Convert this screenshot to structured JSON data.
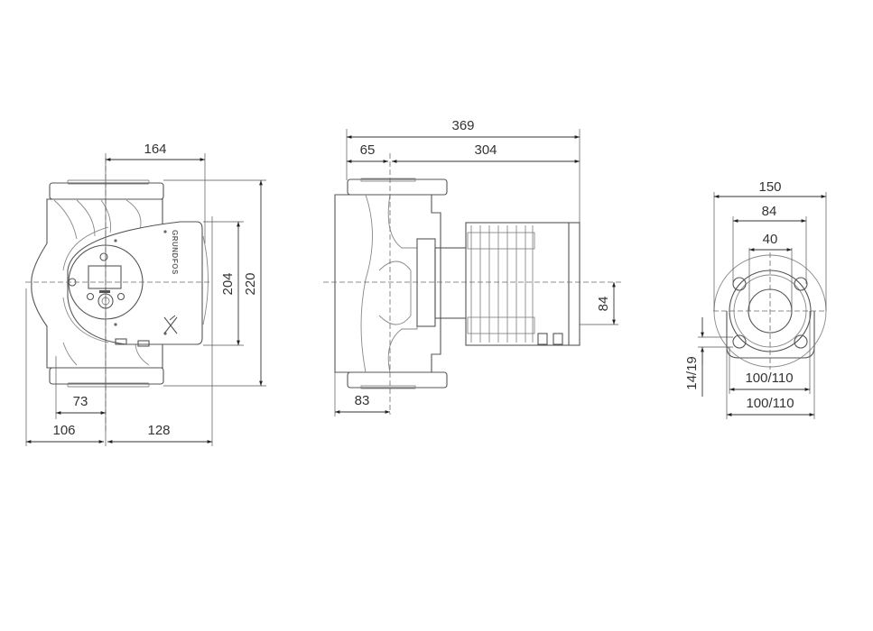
{
  "drawing": {
    "type": "pump dimensional drawing",
    "brand_label": "GRUNDFOS",
    "colors": {
      "line": "#555555",
      "dimension": "#333333",
      "background": "#ffffff"
    }
  },
  "front_view": {
    "dimensions": {
      "top_width": "164",
      "height_control_box": "204",
      "height_total": "220",
      "offset_73": "73",
      "left_106": "106",
      "right_128": "128"
    }
  },
  "side_view": {
    "dimensions": {
      "total_length": "369",
      "flange_to_axis": "65",
      "axis_to_motor_end": "304",
      "axis_offset_84": "84",
      "base_83": "83"
    }
  },
  "flange_view": {
    "dimensions": {
      "outer_150": "150",
      "bolt_84": "84",
      "bore_40": "40",
      "hole_dia": "14/19",
      "bolt_circle_1": "100/110",
      "bolt_circle_2": "100/110"
    }
  }
}
